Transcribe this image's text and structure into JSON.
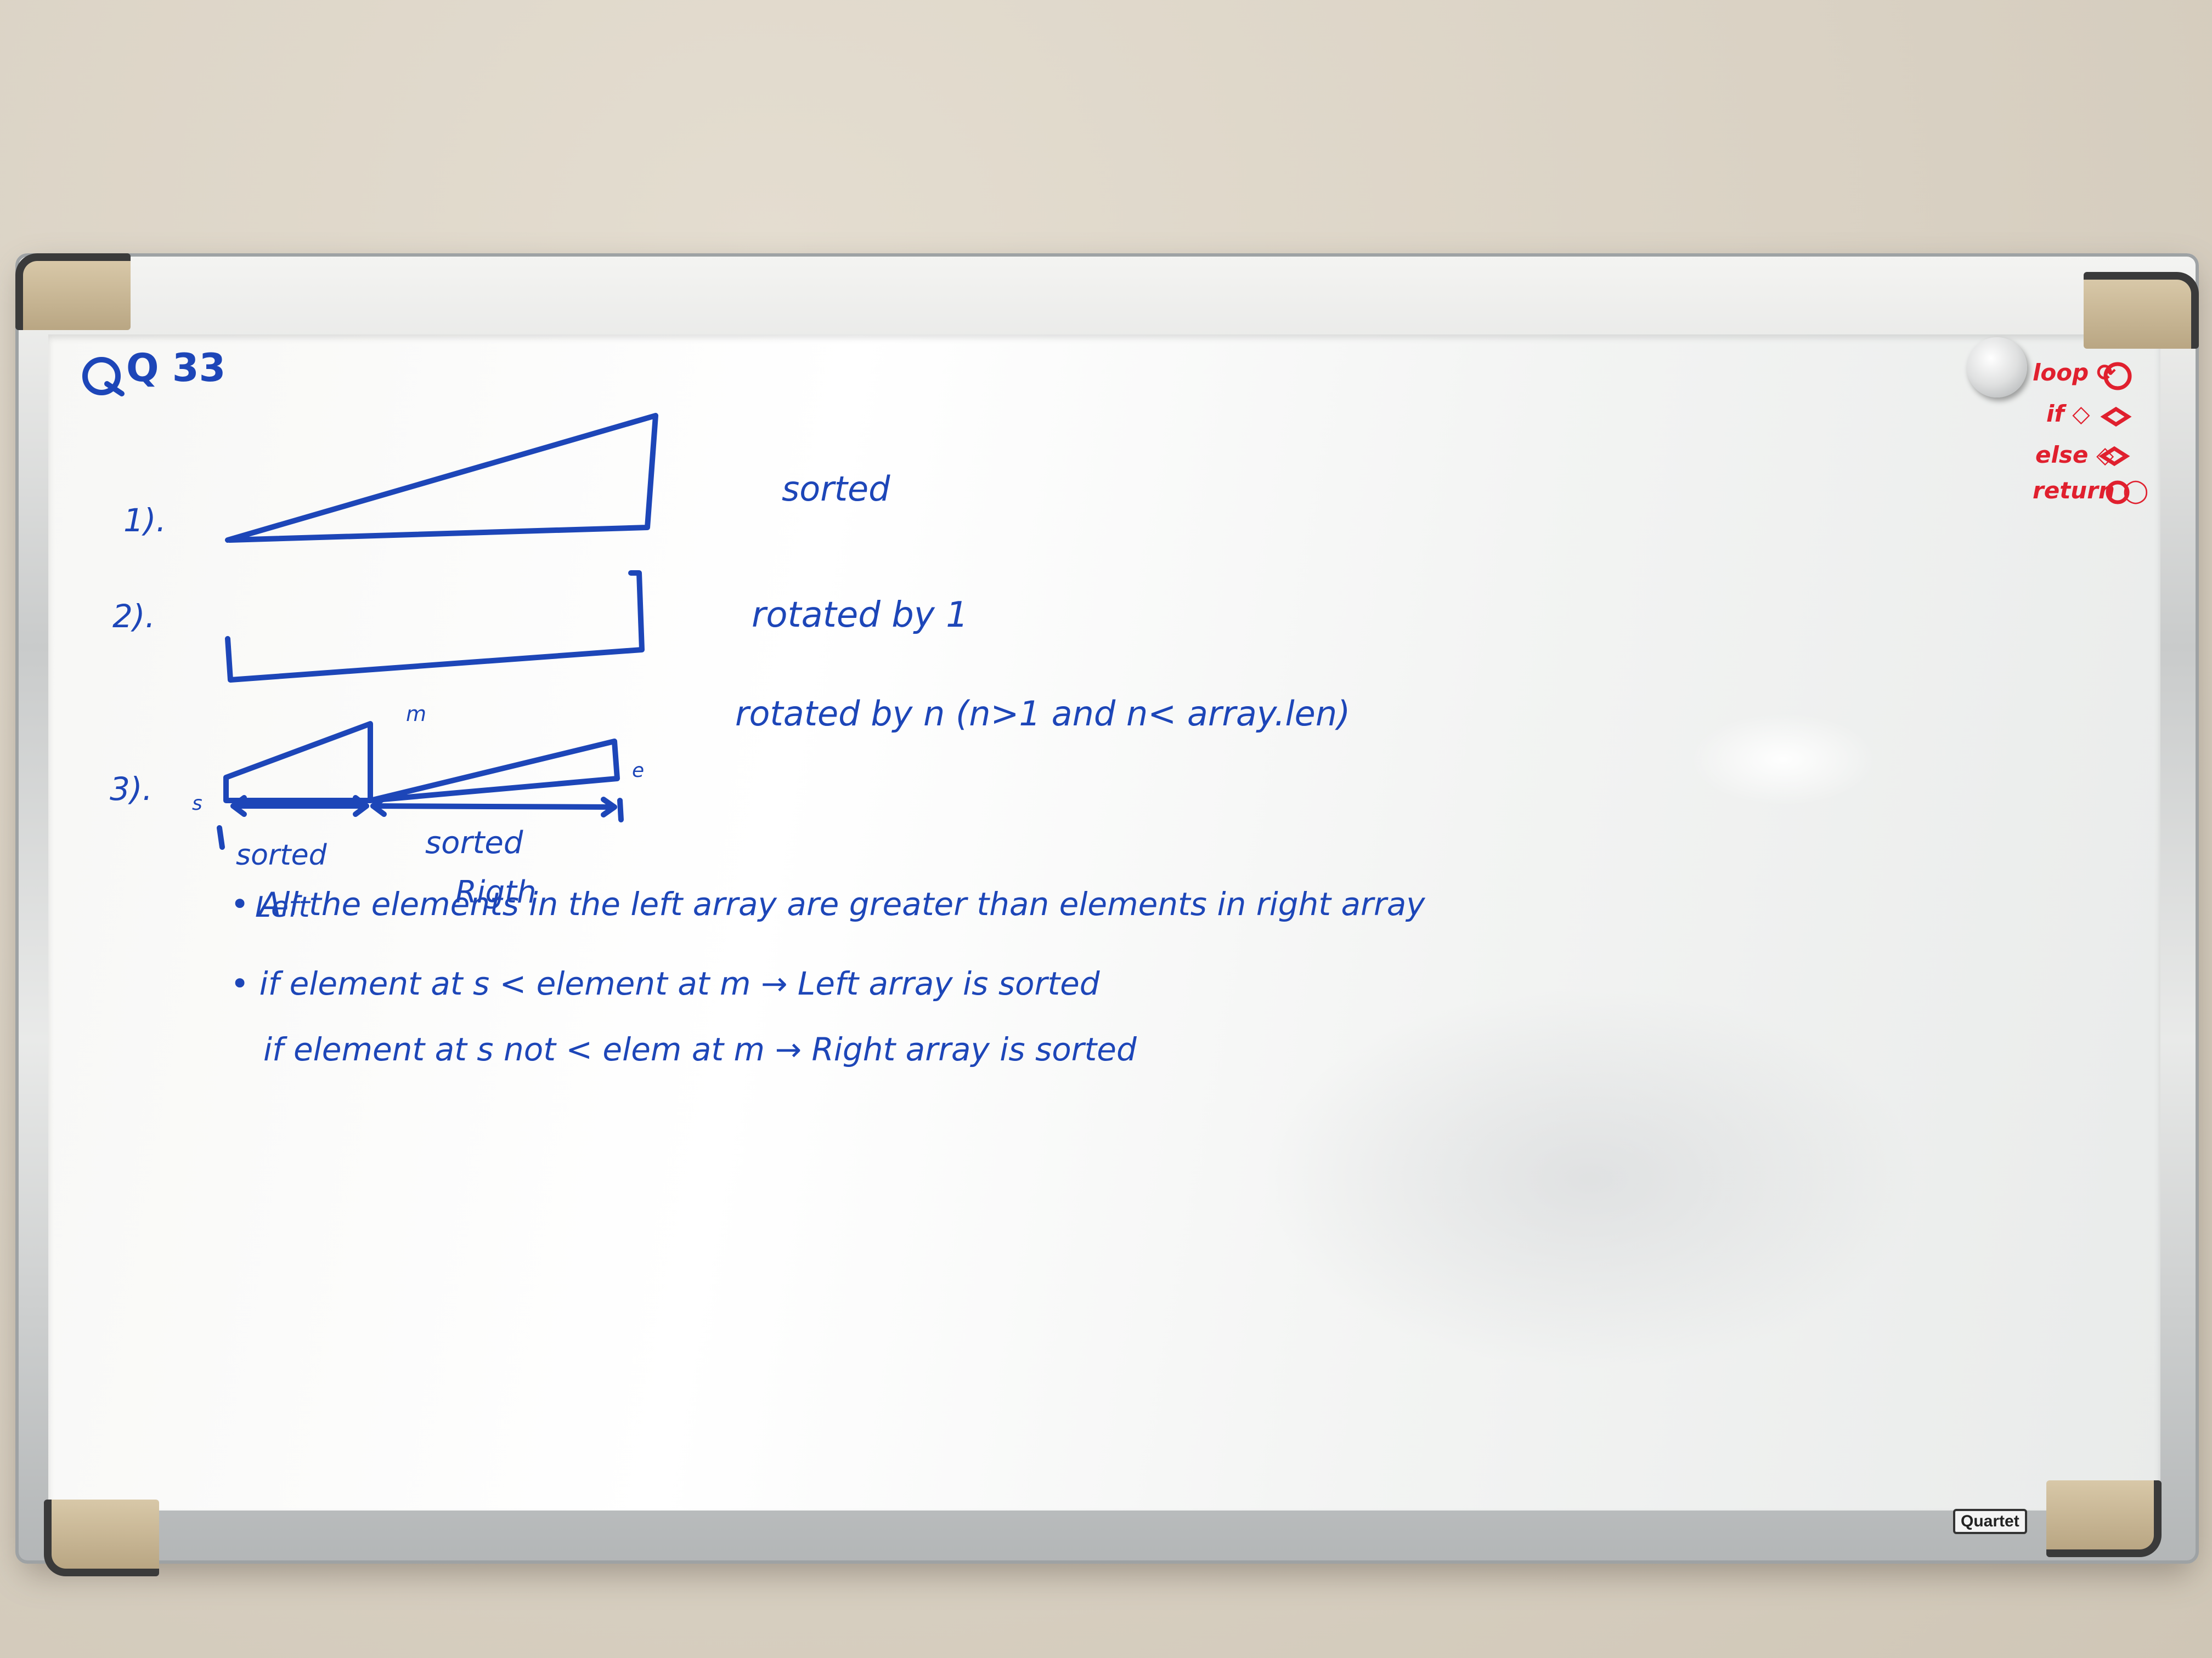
{
  "board": {
    "brand": "Quartet",
    "question": "Q 33",
    "rows": {
      "r1_label": "1).",
      "r1_text": "sorted",
      "r2_label": "2).",
      "r2_text": "rotated by 1",
      "r3_label": "3).",
      "r3_text": "rotated by n (n>1 and n< array.len)",
      "r3_m": "m",
      "r3_s": "s",
      "r3_e": "e",
      "r3_left_top": "sorted",
      "r3_left_bottom": "Left",
      "r3_right_top": "sorted",
      "r3_right_bottom": "Rigth"
    },
    "notes": [
      "• All the elements in the left array are greater than elements in right array",
      "• if element at s < element at m → Left array is sorted",
      "if element at s not < elem at m → Right array is sorted"
    ],
    "legend": [
      "loop ⟳",
      "if ◇",
      "else ◇",
      "return ◯"
    ],
    "colors": {
      "ink_blue": "#1d46b8",
      "ink_red": "#e0202e"
    }
  }
}
